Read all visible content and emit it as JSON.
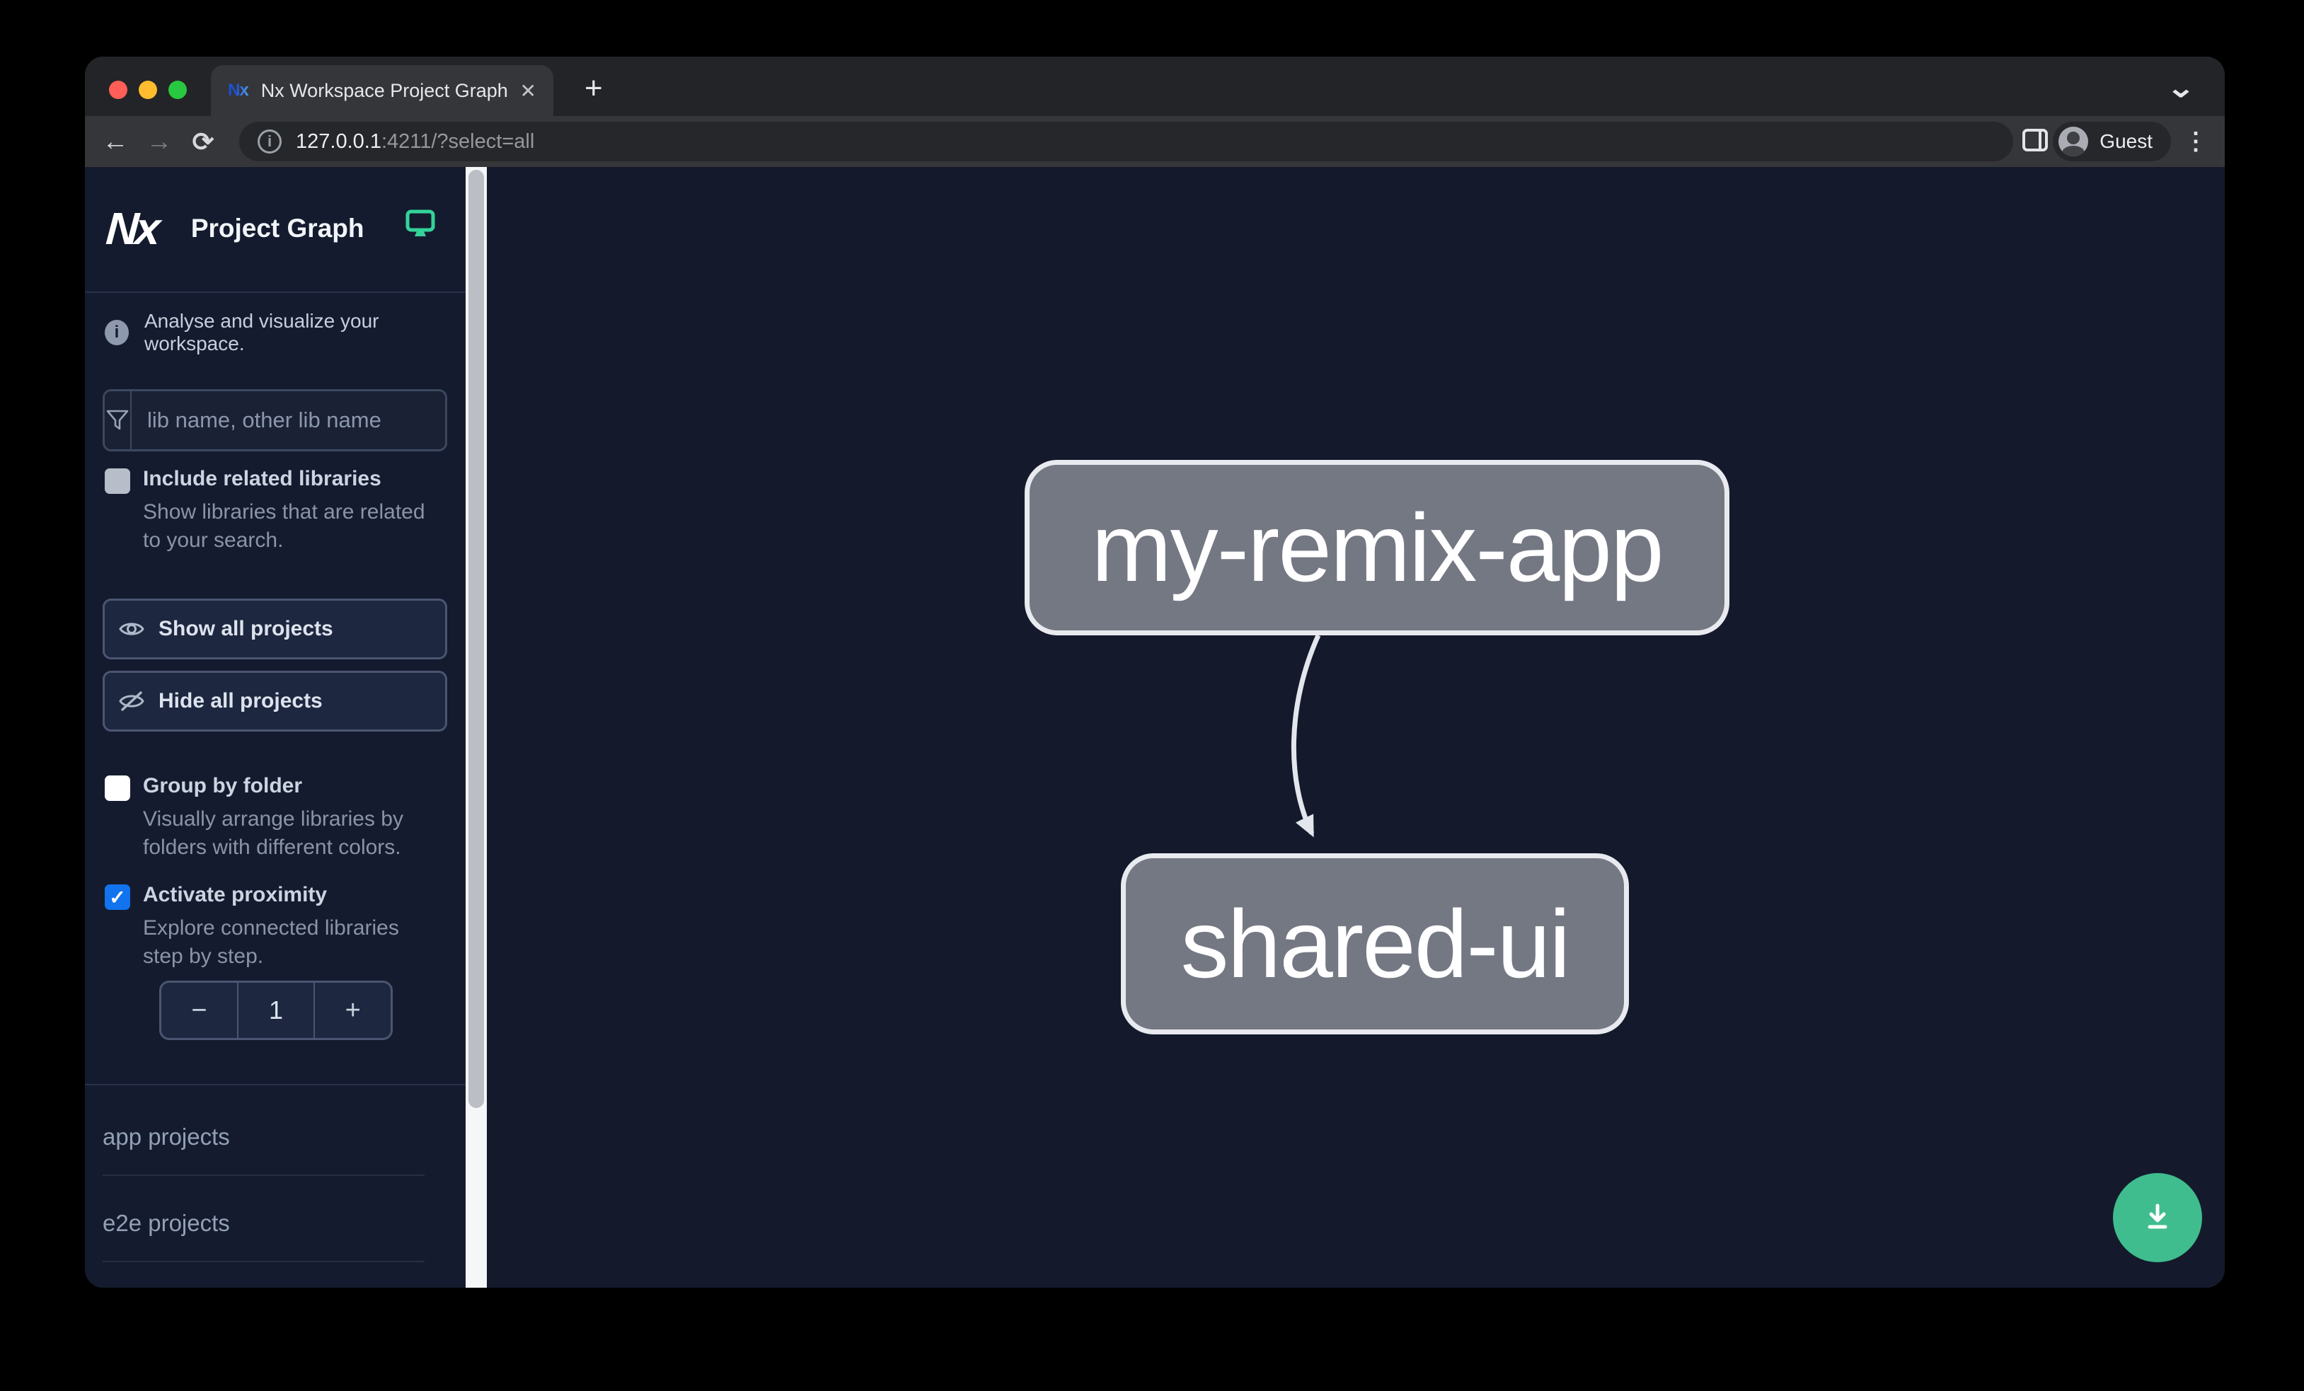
{
  "window": {
    "tab": {
      "favicon_text": "Nx",
      "title": "Nx Workspace Project Graph"
    },
    "toolbar": {
      "url_host": "127.0.0.1",
      "url_rest": ":4211/?select=all",
      "profile_label": "Guest"
    }
  },
  "icons": {
    "close": "✕",
    "new_tab": "+",
    "tab_overflow": "⌄",
    "back": "←",
    "forward": "→",
    "reload": "⟳",
    "info": "i",
    "kebab": "⋮",
    "minus": "−",
    "plus": "+",
    "check": "✓"
  },
  "sidebar": {
    "logo_text": "Nx",
    "title": "Project Graph",
    "tagline": "Analyse and visualize your workspace.",
    "search_placeholder": "lib name, other lib name",
    "include_related": {
      "label": "Include related libraries",
      "description": "Show libraries that are related to your search.",
      "checked": false
    },
    "show_all_label": "Show all projects",
    "hide_all_label": "Hide all projects",
    "group_by_folder": {
      "label": "Group by folder",
      "description": "Visually arrange libraries by folders with different colors.",
      "checked": false
    },
    "proximity": {
      "label": "Activate proximity",
      "description": "Explore connected libraries step by step.",
      "checked": true
    },
    "stepper_value": "1",
    "sections": {
      "app": "app projects",
      "e2e": "e2e projects"
    }
  },
  "graph": {
    "nodes": {
      "app": "my-remix-app",
      "lib": "shared-ui"
    },
    "edges": [
      {
        "from": "my-remix-app",
        "to": "shared-ui"
      }
    ]
  },
  "colors": {
    "accent_green": "#3fbd8e",
    "accent_blue": "#1173ee",
    "node_fill": "#747883",
    "node_border": "#e8eaf0",
    "canvas_bg": "#141a2c",
    "sidebar_bg": "#151b2e",
    "monitor_icon_green": "#34d399"
  }
}
